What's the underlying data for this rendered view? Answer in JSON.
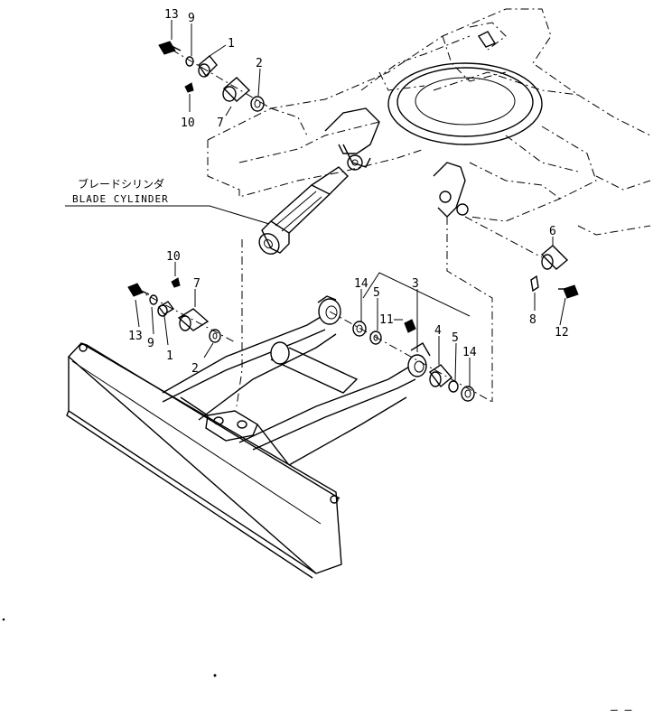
{
  "caption": {
    "jp": "ブレードシリンダ",
    "en": "BLADE CYLINDER"
  },
  "labels": {
    "upper": {
      "13": "13",
      "9": "9",
      "1": "1",
      "2": "2",
      "10": "10",
      "7": "7",
      "6": "6",
      "8": "8",
      "12": "12"
    },
    "lower": {
      "10": "10",
      "7": "7",
      "13": "13",
      "9": "9",
      "1": "1",
      "2": "2",
      "14a": "14",
      "5a": "5",
      "3": "3",
      "11": "11",
      "4": "4",
      "5b": "5",
      "14b": "14"
    }
  },
  "corner_mark": "— —"
}
